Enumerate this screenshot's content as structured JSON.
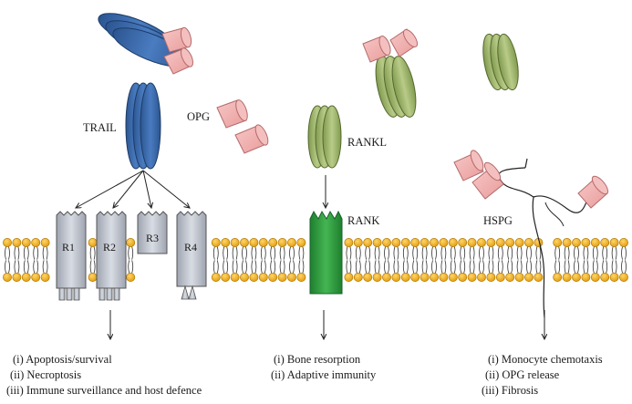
{
  "labels": {
    "trail": "TRAIL",
    "opg": "OPG",
    "rankl": "RANKL",
    "rank": "RANK",
    "hspg": "HSPG"
  },
  "receptors": [
    "R1",
    "R2",
    "R3",
    "R4"
  ],
  "outcomes": {
    "trail": [
      "(i) Apoptosis/survival",
      "(ii) Necroptosis",
      "(iii) Immune surveillance and host defence"
    ],
    "rank": [
      "(i) Bone resorption",
      "(ii) Adaptive immunity"
    ],
    "hspg": [
      "(i) Monocyte chemotaxis",
      "(ii) OPG release",
      "(iii) Fibrosis"
    ]
  },
  "colors": {
    "trail_blue": "#3a66a6",
    "opg_pink": "#f2b3b2",
    "rankl_green": "#9fb46b",
    "rank_green": "#2e9e3e",
    "receptor_grey": "#b7bcc6",
    "lipid_head": "#f2b21c"
  }
}
